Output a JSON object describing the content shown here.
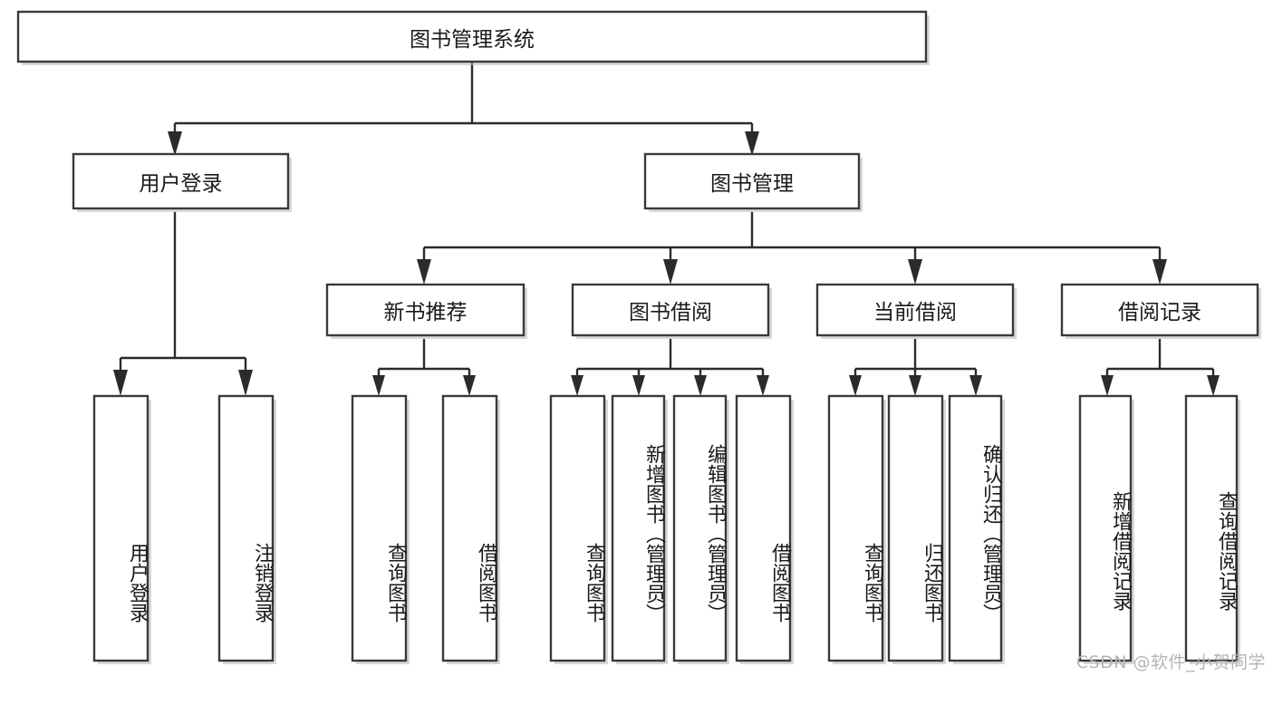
{
  "diagram": {
    "type": "tree",
    "title": "图书管理系统",
    "watermark": "CSDN @软件_小贺同学",
    "colors": {
      "box_stroke": "#3a3a3a",
      "box_fill": "#ffffff",
      "line": "#2b2b2b",
      "text": "#1a1a1a",
      "watermark": "#b5b5b5",
      "background": "#ffffff"
    },
    "root": {
      "id": "root",
      "label": "图书管理系统",
      "orientation": "horizontal"
    },
    "level2": [
      {
        "id": "user-login",
        "label": "用户登录",
        "orientation": "horizontal"
      },
      {
        "id": "book-management",
        "label": "图书管理",
        "orientation": "horizontal"
      }
    ],
    "level3": [
      {
        "id": "new-book-recommend",
        "label": "新书推荐",
        "orientation": "horizontal",
        "parent": "book-management"
      },
      {
        "id": "book-borrow",
        "label": "图书借阅",
        "orientation": "horizontal",
        "parent": "book-management"
      },
      {
        "id": "current-borrow",
        "label": "当前借阅",
        "orientation": "horizontal",
        "parent": "book-management"
      },
      {
        "id": "borrow-record",
        "label": "借阅记录",
        "orientation": "horizontal",
        "parent": "book-management"
      }
    ],
    "leaves": [
      {
        "id": "leaf-user-login",
        "label": "用户登录",
        "orientation": "vertical",
        "parent": "user-login"
      },
      {
        "id": "leaf-user-logout",
        "label": "注销登录",
        "orientation": "vertical",
        "parent": "user-login"
      },
      {
        "id": "leaf-query-book-1",
        "label": "查询图书",
        "orientation": "vertical",
        "parent": "new-book-recommend"
      },
      {
        "id": "leaf-borrow-book-1",
        "label": "借阅图书",
        "orientation": "vertical",
        "parent": "new-book-recommend"
      },
      {
        "id": "leaf-query-book-2",
        "label": "查询图书",
        "orientation": "vertical",
        "parent": "book-borrow"
      },
      {
        "id": "leaf-add-book",
        "label": "新增图书（管理员）",
        "orientation": "vertical",
        "parent": "book-borrow"
      },
      {
        "id": "leaf-edit-book",
        "label": "编辑图书（管理员）",
        "orientation": "vertical",
        "parent": "book-borrow"
      },
      {
        "id": "leaf-borrow-book-2",
        "label": "借阅图书",
        "orientation": "vertical",
        "parent": "book-borrow"
      },
      {
        "id": "leaf-query-book-3",
        "label": "查询图书",
        "orientation": "vertical",
        "parent": "current-borrow"
      },
      {
        "id": "leaf-return-book",
        "label": "归还图书",
        "orientation": "vertical",
        "parent": "current-borrow"
      },
      {
        "id": "leaf-confirm-return",
        "label": "确认归还（管理员）",
        "orientation": "vertical",
        "parent": "current-borrow"
      },
      {
        "id": "leaf-add-record",
        "label": "新增借阅记录",
        "orientation": "vertical",
        "parent": "borrow-record"
      },
      {
        "id": "leaf-query-record",
        "label": "查询借阅记录",
        "orientation": "vertical",
        "parent": "borrow-record"
      }
    ]
  }
}
